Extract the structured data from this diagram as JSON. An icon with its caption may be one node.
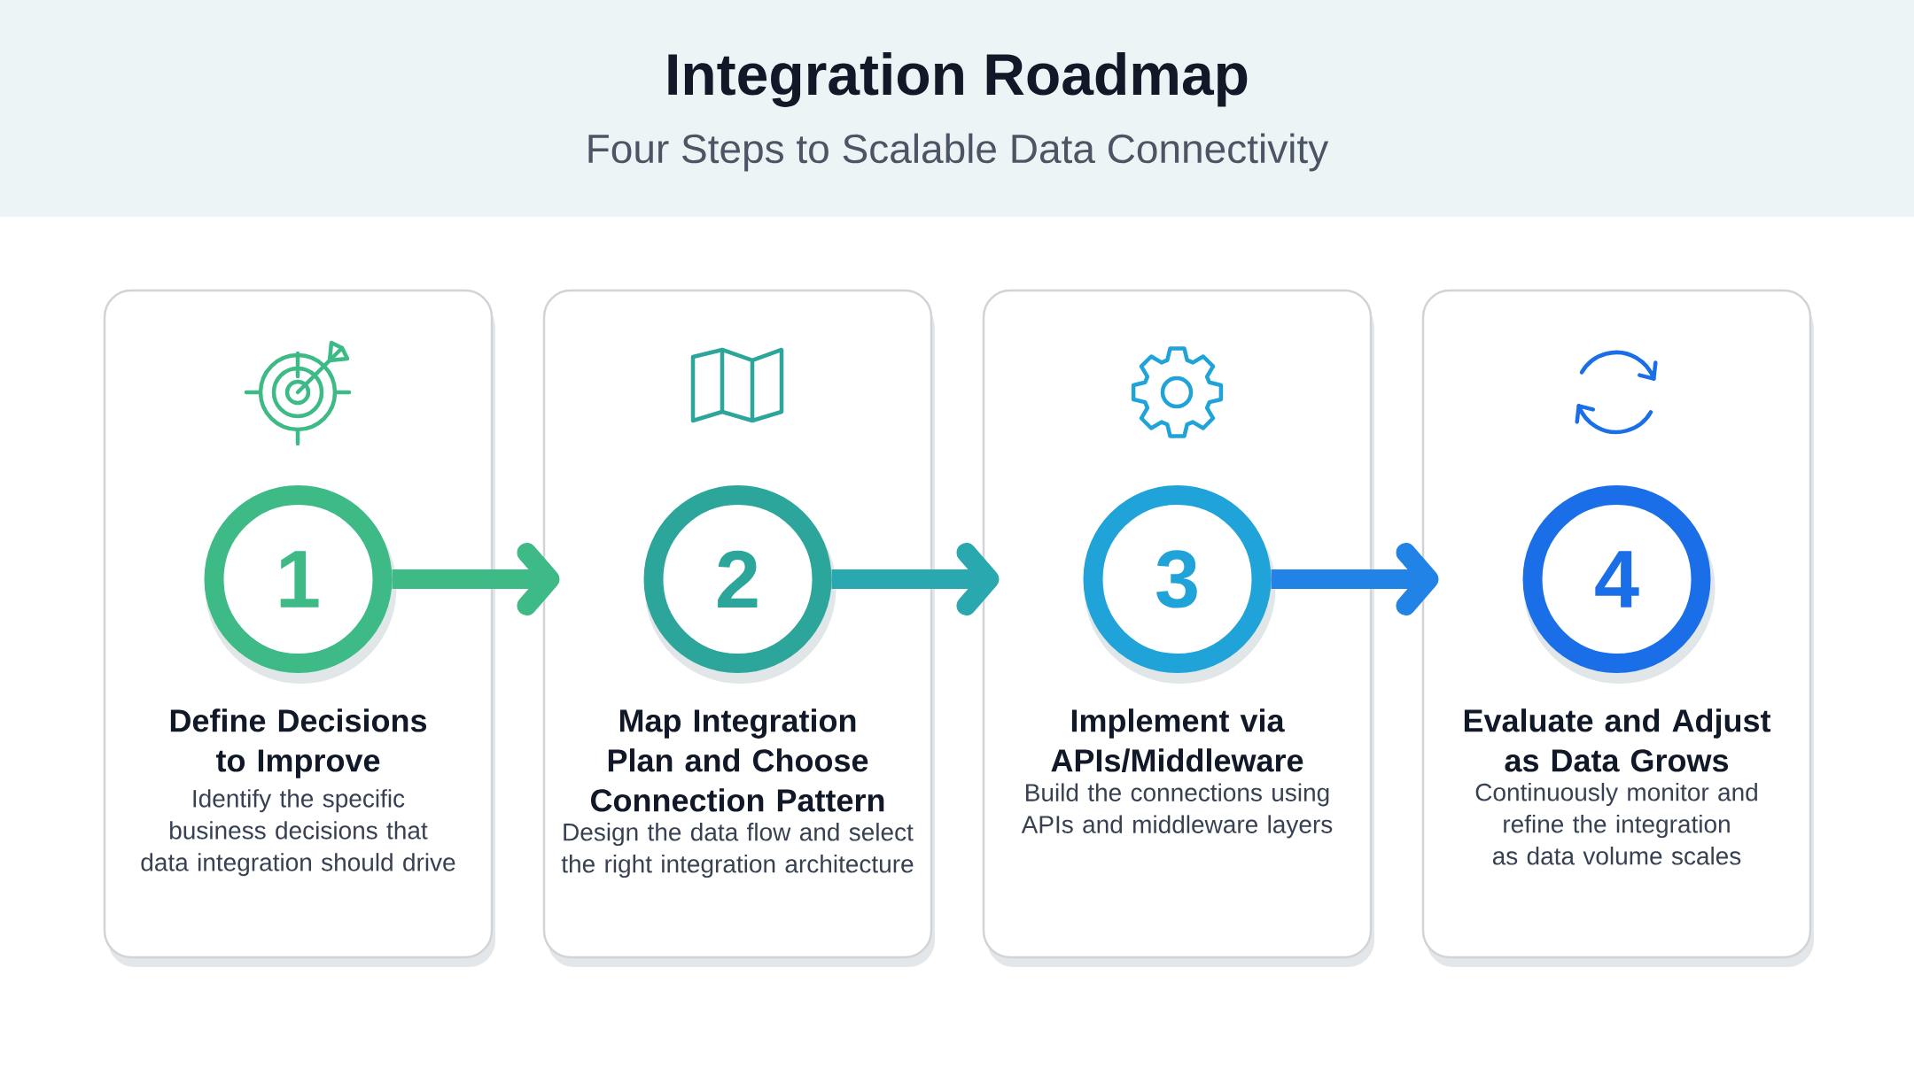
{
  "diagram": {
    "title": "Integration Roadmap",
    "caption": "Four Steps to Scalable Data Connectivity",
    "nodes": [
      {
        "text": [
          "Define Decisions to Improve",
          "Identify the specific business decisions that data integration should drive"
        ]
      },
      {
        "text": [
          "1"
        ],
        "in": 0
      },
      {
        "text": [
          "Map Integration Plan and Choose Connection Pattern",
          "Design the data flow and select the right integration architecture"
        ]
      },
      {
        "text": [
          "2"
        ],
        "in": 2
      },
      {
        "text": [
          "Implement via APIs/Middleware",
          "Build the connections using APIs and middleware layers"
        ]
      },
      {
        "text": [
          "3"
        ],
        "in": 4
      },
      {
        "text": [
          "Evaluate and Adjust as Data Grows",
          "Continuously monitor and refine the integration as data volume scales"
        ]
      },
      {
        "text": [
          "4"
        ],
        "in": 6
      }
    ],
    "edges": [
      {
        "from": 1,
        "to": 3,
        "arrow": "to",
        "color": "#3dba85"
      },
      {
        "from": 3,
        "to": 5,
        "arrow": "to",
        "color": "#2aa8b0"
      },
      {
        "from": 5,
        "to": 7,
        "arrow": "to",
        "color": "#2283e6"
      }
    ]
  }
}
